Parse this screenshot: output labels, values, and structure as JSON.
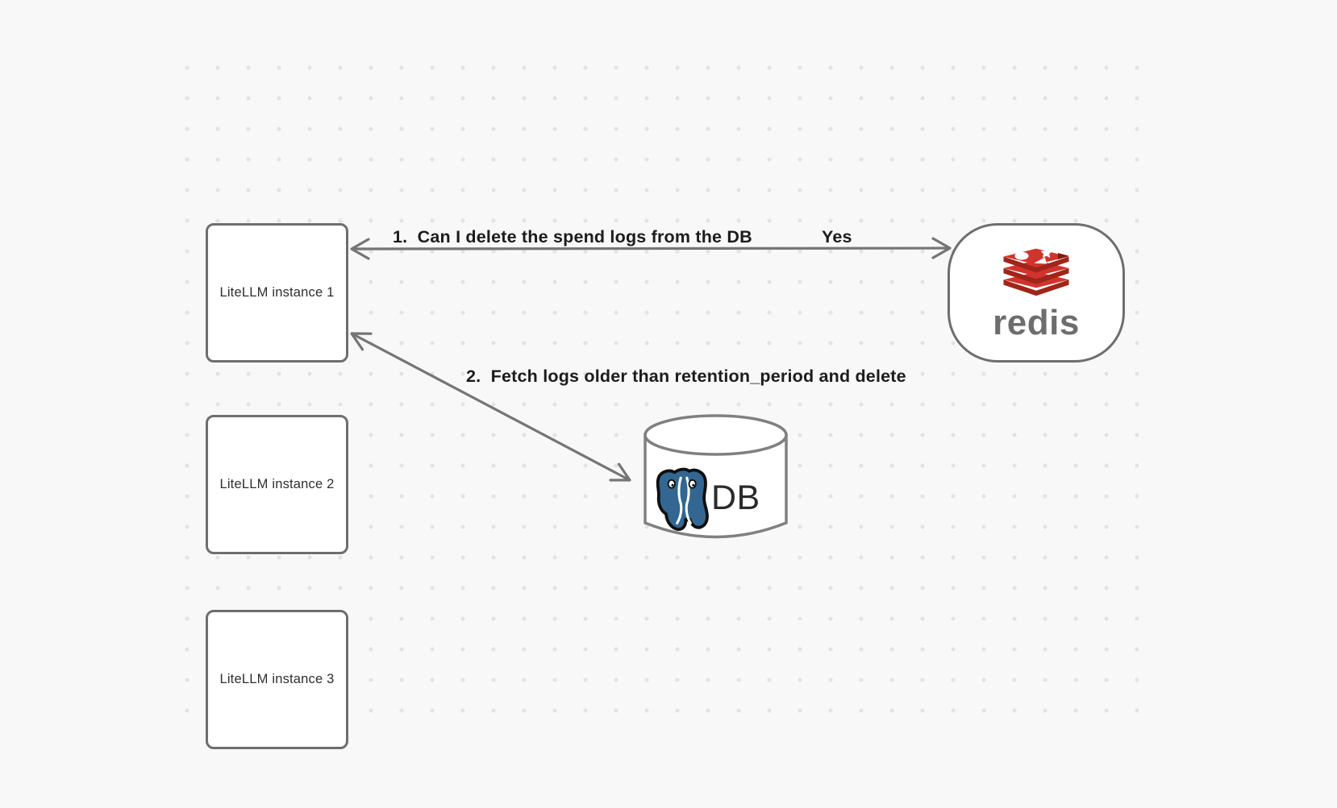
{
  "diagram": {
    "nodes": {
      "instance1": {
        "label": "LiteLLM instance 1"
      },
      "instance2": {
        "label": "LiteLLM instance 2"
      },
      "instance3": {
        "label": "LiteLLM instance 3"
      },
      "redis": {
        "wordmark": "redis",
        "icon": "redis-logo-icon"
      },
      "db": {
        "label": "DB",
        "icon": "postgresql-elephant-icon"
      }
    },
    "edges": {
      "edge1": {
        "label": "1.  Can I delete the spend logs from the DB",
        "response": "Yes",
        "from": "redis",
        "to": "instance1"
      },
      "edge2": {
        "label": "2.  Fetch logs older than retention_period and delete",
        "from": "instance1",
        "to": "db"
      }
    }
  },
  "colors": {
    "background": "#f8f8f8",
    "grid_dot": "#e3e3e3",
    "shape_border": "#6e6e6e",
    "arrow": "#757575",
    "edge_label_text": "#1c1c1e",
    "node_text": "#2e2e2e",
    "redis_red": "#d0342c",
    "redis_red_dark": "#a02419",
    "redis_wordmark_gray": "#6d6d6d",
    "postgres_blue": "#336791",
    "db_text": "#2b2b2b"
  }
}
